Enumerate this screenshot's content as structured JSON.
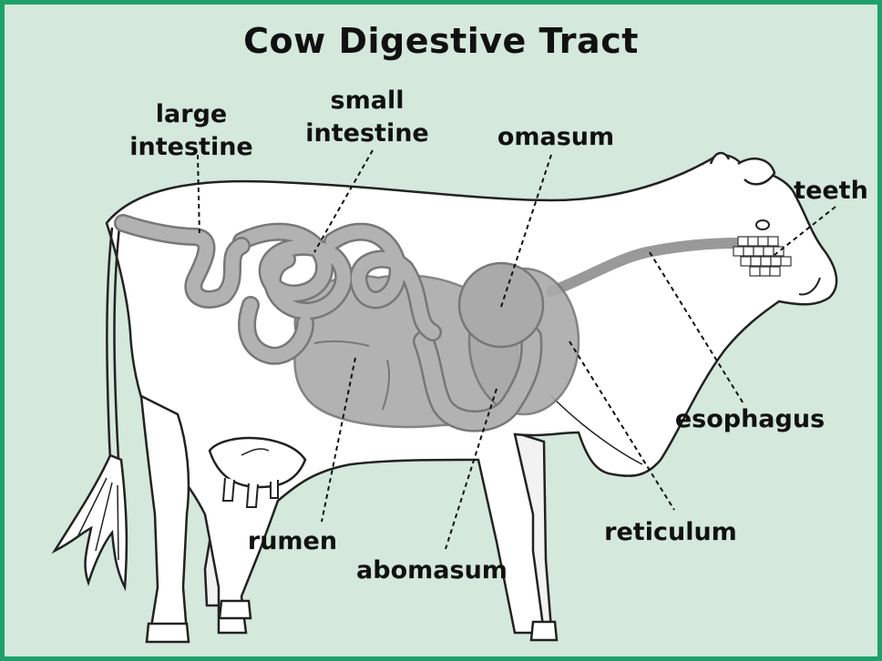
{
  "title": "Cow Digestive Tract",
  "colors": {
    "frame_border": "#1fa06a",
    "background": "#d4e8dc",
    "organs": "#aaaaaa",
    "outline": "#222222"
  },
  "labels": {
    "large_intestine": [
      "large",
      "intestine"
    ],
    "small_intestine": [
      "small",
      "intestine"
    ],
    "omasum": "omasum",
    "teeth": "teeth",
    "esophagus": "esophagus",
    "reticulum": "reticulum",
    "abomasum": "abomasum",
    "rumen": "rumen"
  }
}
